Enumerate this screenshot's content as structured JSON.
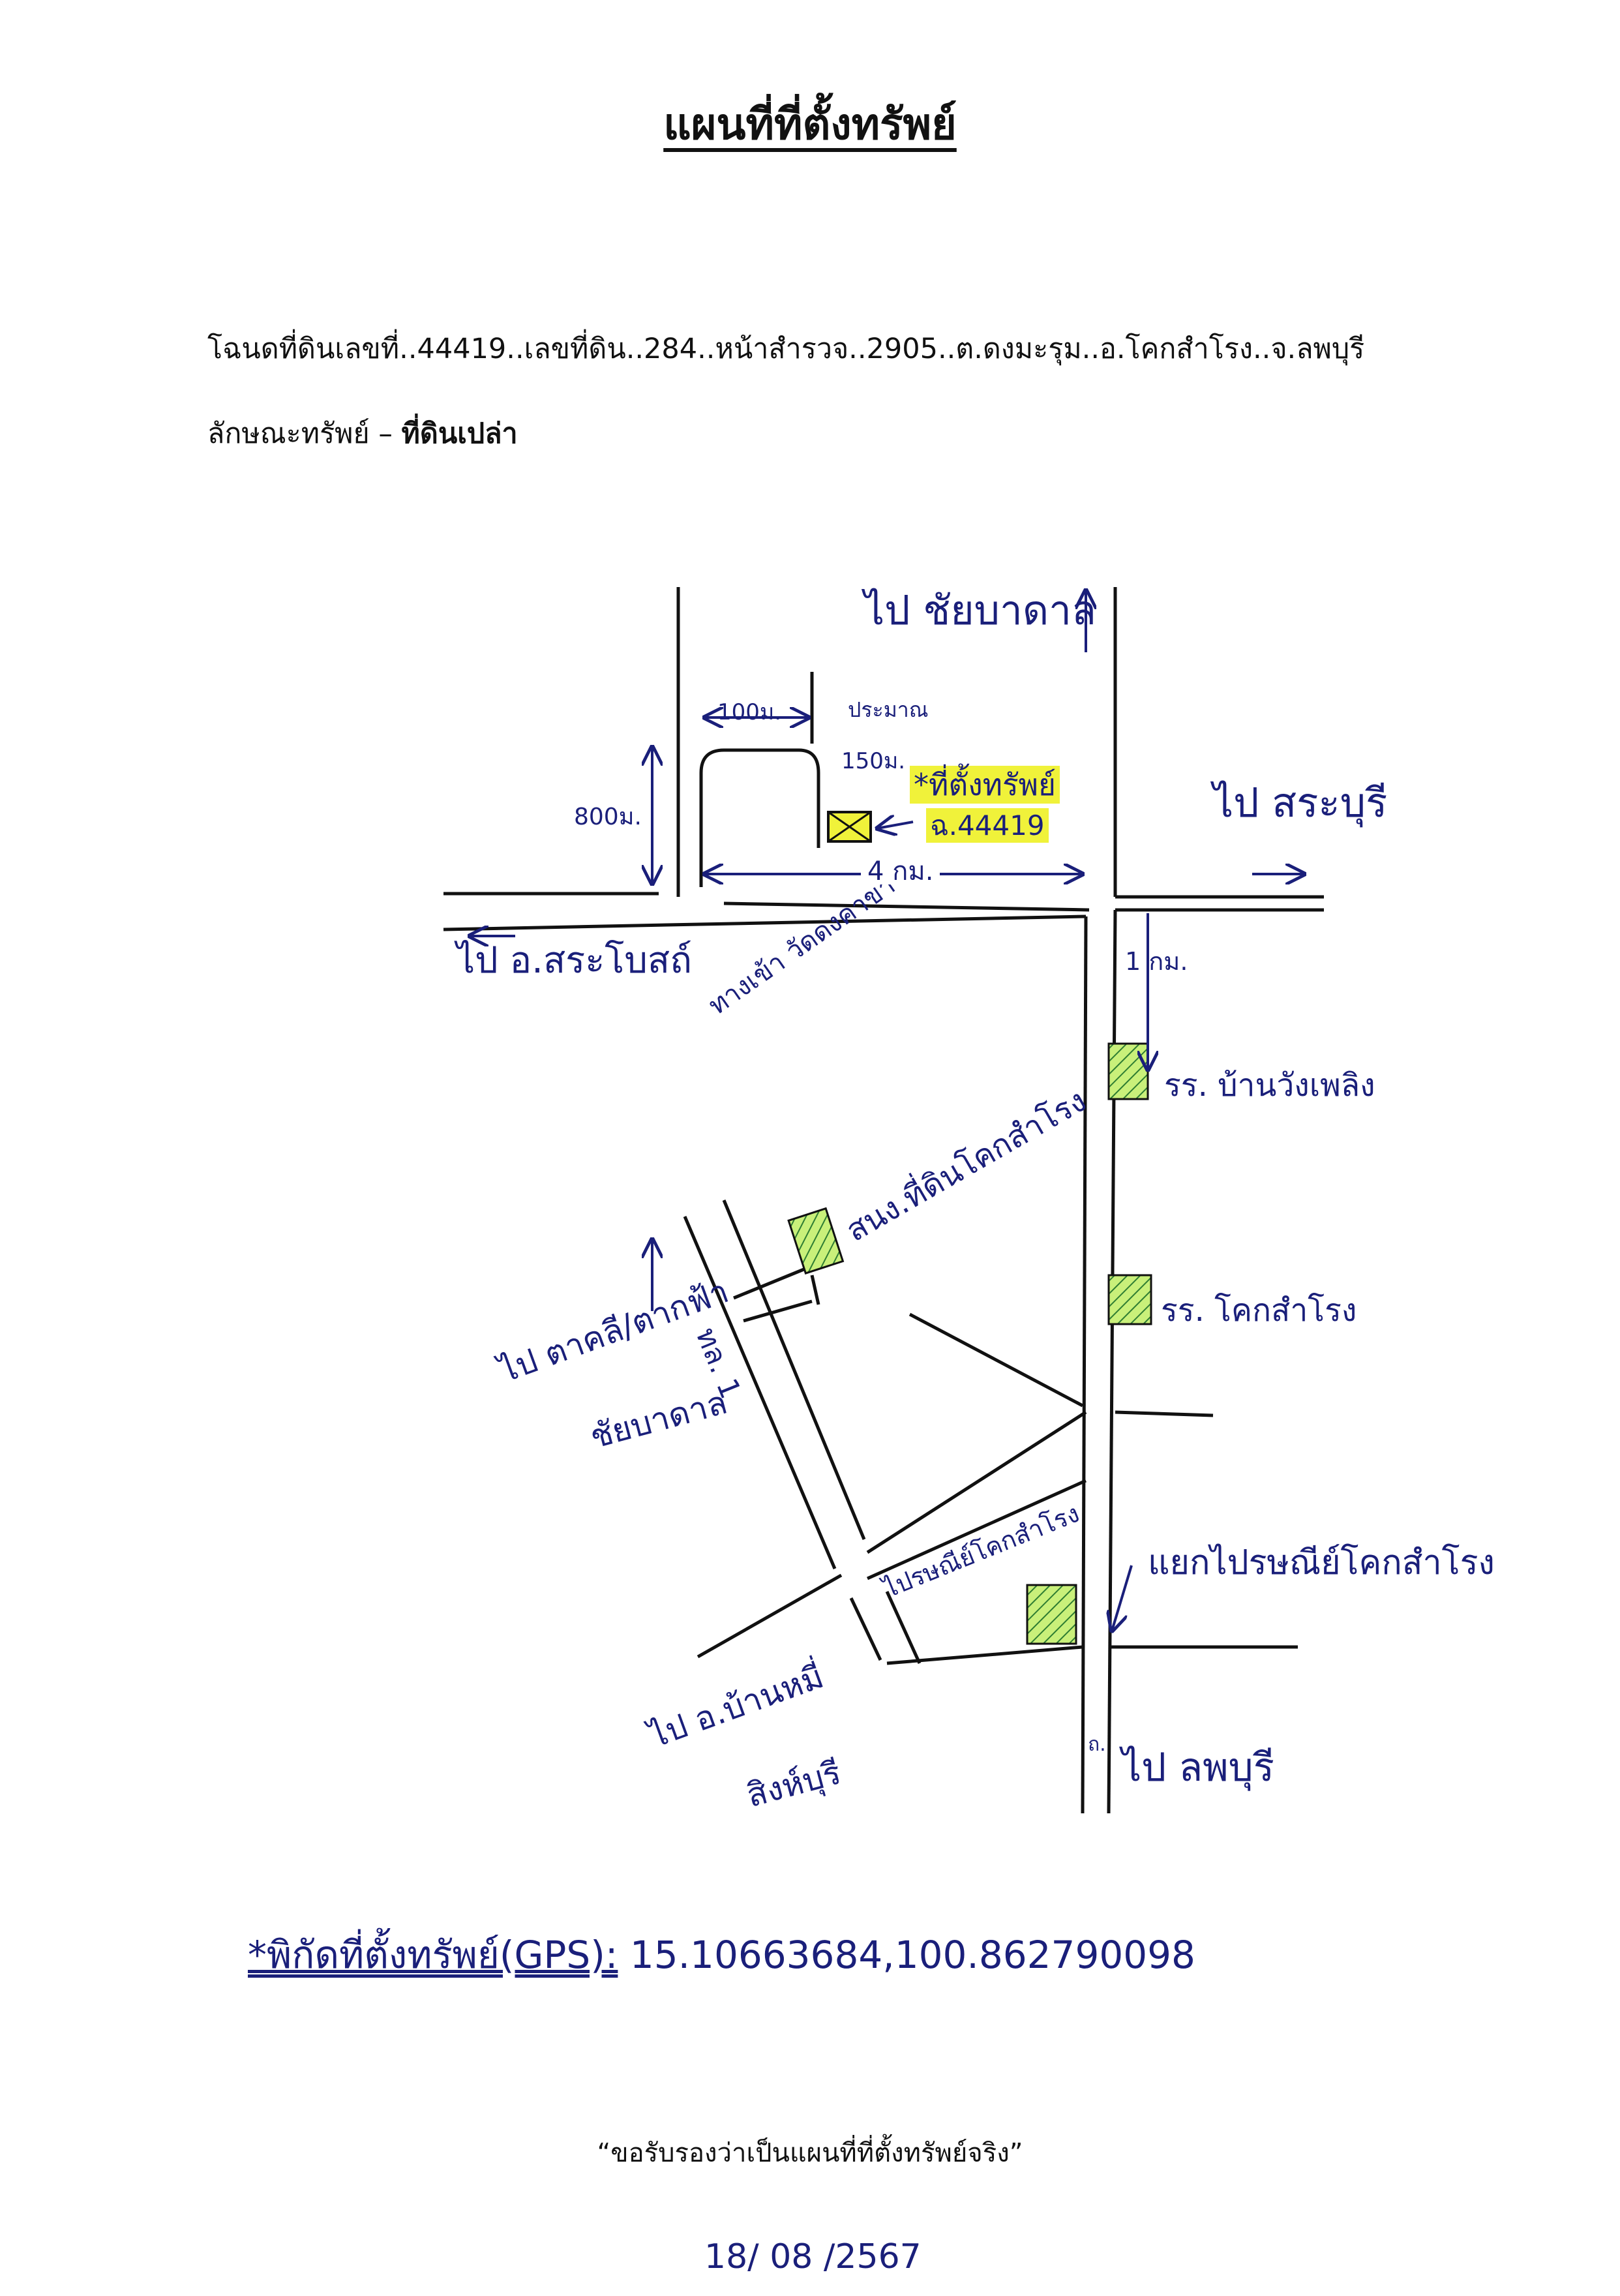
{
  "header": {
    "title": "แผนที่ที่ตั้งทรัพย์",
    "deed_line": "โฉนดที่ดินเลขที่..44419..เลขที่ดิน..284..หน้าสำรวจ..2905..ต.ดงมะรุม..อ.โคกสำโรง..จ.ลพบุรี",
    "property_prefix": "ลักษณะทรัพย์ –",
    "property_type": "ที่ดินเปล่า"
  },
  "map": {
    "to_chaibadan": "ไป ชัยบาดาล",
    "to_saraburi": "ไป สระบุรี",
    "to_sarabot": "ไป อ.สระโบสถ์",
    "wat_dongkhao": "ทางเข้า วัดดงคาขาว",
    "dist_100m": "100ม.",
    "dist_150m": "150ม.",
    "dist_800m": "800ม.",
    "dist_4km": "4 กม.",
    "dist_1km": "1 กม.",
    "approx": "ประมาณ",
    "property_label": "*ที่ตั้งทรัพย์",
    "deed_no": "ฉ.44419",
    "school_banwang": "รร. บ้านวังเพลิง",
    "land_office": "สนง.ที่ดินโคกสำโรง",
    "school_khoksamrong": "รร. โคกสำโรง",
    "to_takfa": "ไป ตาคลี/ตากฟ้า",
    "chaibadan2": "ชัยบาดาล",
    "highway": "ทล. 1",
    "post_office_road": "ไปรษณีย์โคกสำโรง",
    "junction_post": "แยกไปรษณีย์โคกสำโรง",
    "to_banmi": "ไป อ.บ้านหมี่",
    "singburi": "สิงห์บุรี",
    "to_lopburi": "ไป ลพบุรี",
    "road_small": "ถ.",
    "accent_color": "#1a1f7a",
    "highlight_color": "#f0f23a",
    "hatch_color": "#2e7d32"
  },
  "footer": {
    "gps_label": "*พิกัดที่ตั้งทรัพย์(GPS):",
    "gps_value": "15.10663684,100.862790098",
    "certification": "“ขอรับรองว่าเป็นแผนที่ที่ตั้งทรัพย์จริง”",
    "date_fragment": "18/ 08 /2567"
  }
}
